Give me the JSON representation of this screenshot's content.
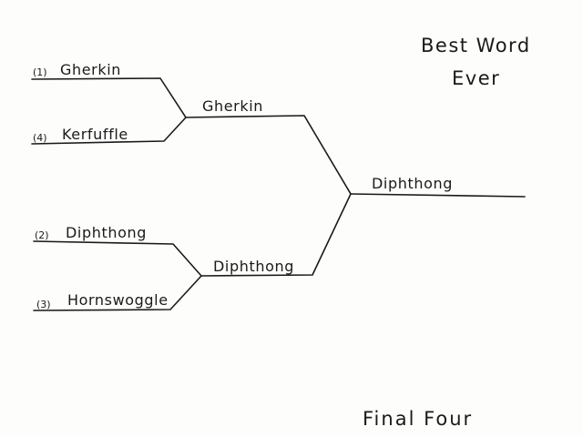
{
  "title": {
    "line1": "Best Word",
    "line2": "Ever"
  },
  "footer": "Final Four",
  "round1": [
    {
      "seed": "(1)",
      "name": "Gherkin"
    },
    {
      "seed": "(4)",
      "name": "Kerfuffle"
    },
    {
      "seed": "(2)",
      "name": "Diphthong"
    },
    {
      "seed": "(3)",
      "name": "Hornswoggle"
    }
  ],
  "semifinal_winners": [
    "Gherkin",
    "Diphthong"
  ],
  "champion": "Diphthong"
}
